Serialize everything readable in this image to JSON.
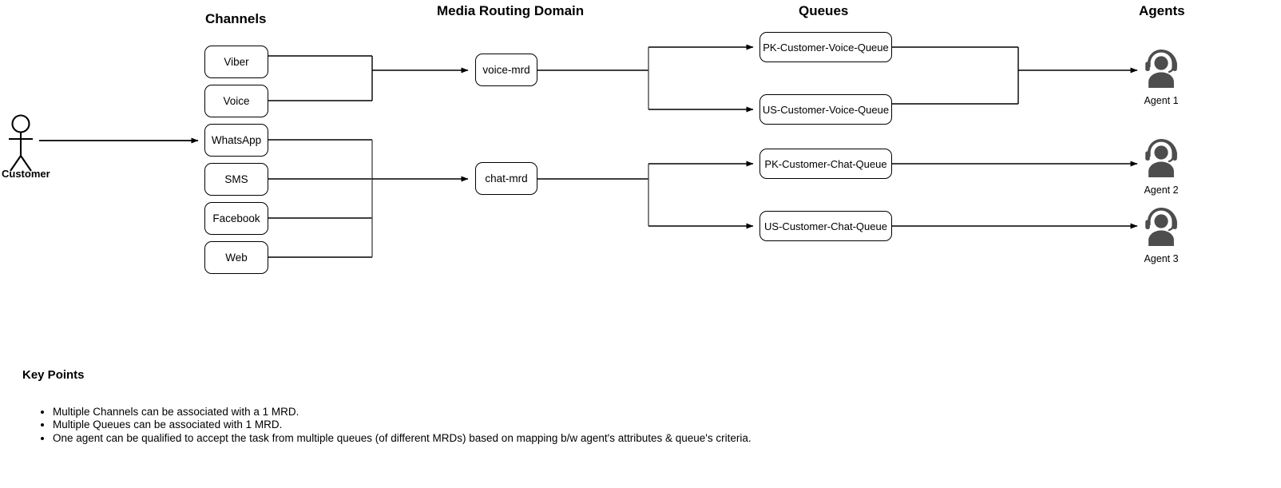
{
  "headers": {
    "channels": "Channels",
    "mrd": "Media Routing Domain",
    "queues": "Queues",
    "agents": "Agents"
  },
  "actor": {
    "label": "Customer",
    "icon": "stick-figure-person-icon"
  },
  "channels": [
    {
      "id": "viber",
      "label": "Viber",
      "routes_to": "voice-mrd"
    },
    {
      "id": "voice",
      "label": "Voice",
      "routes_to": "voice-mrd"
    },
    {
      "id": "whatsapp",
      "label": "WhatsApp",
      "routes_to": "chat-mrd"
    },
    {
      "id": "sms",
      "label": "SMS",
      "routes_to": "chat-mrd"
    },
    {
      "id": "facebook",
      "label": "Facebook",
      "routes_to": "chat-mrd"
    },
    {
      "id": "web",
      "label": "Web",
      "routes_to": "chat-mrd"
    }
  ],
  "mrds": [
    {
      "id": "voice-mrd",
      "label": "voice-mrd"
    },
    {
      "id": "chat-mrd",
      "label": "chat-mrd"
    }
  ],
  "queues": [
    {
      "id": "pk-voice",
      "label": "PK-Customer-Voice-Queue",
      "from": "voice-mrd",
      "to": "agent-1"
    },
    {
      "id": "us-voice",
      "label": "US-Customer-Voice-Queue",
      "from": "voice-mrd",
      "to": "agent-1"
    },
    {
      "id": "pk-chat",
      "label": "PK-Customer-Chat-Queue",
      "from": "chat-mrd",
      "to": "agent-2"
    },
    {
      "id": "us-chat",
      "label": "US-Customer-Chat-Queue",
      "from": "chat-mrd",
      "to": "agent-3"
    }
  ],
  "agents": [
    {
      "id": "agent-1",
      "label": "Agent 1",
      "icon": "headset-agent-icon"
    },
    {
      "id": "agent-2",
      "label": "Agent 2",
      "icon": "headset-agent-icon"
    },
    {
      "id": "agent-3",
      "label": "Agent 3",
      "icon": "headset-agent-icon"
    }
  ],
  "key_points": {
    "title": "Key Points",
    "items": [
      "Multiple Channels can be associated with a 1 MRD.",
      "Multiple Queues can be associated with 1 MRD.",
      "One agent can be qualified to accept the task from multiple queues (of different MRDs) based on mapping b/w agent's attributes & queue's criteria."
    ]
  },
  "colors": {
    "stroke": "#000000",
    "connector": "#4d4d4d",
    "agent_fill": "#4d4d4d",
    "background": "#ffffff",
    "text": "#000000"
  }
}
